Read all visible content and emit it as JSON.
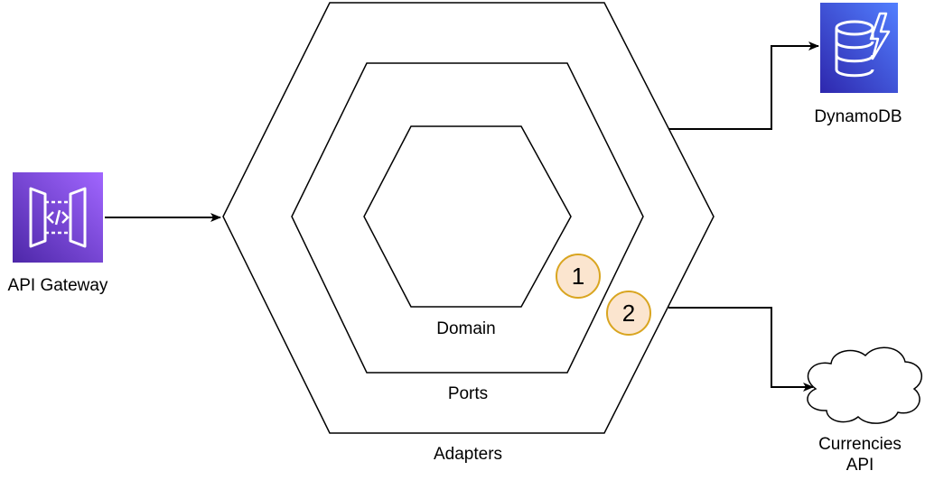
{
  "layers": {
    "domain_label": "Domain",
    "ports_label": "Ports",
    "adapters_label": "Adapters"
  },
  "badges": {
    "first": "1",
    "second": "2"
  },
  "services": {
    "api_gateway": {
      "label": "API Gateway",
      "icon": "api-gateway-icon",
      "color": "#7b3ff2"
    },
    "dynamodb": {
      "label": "DynamoDB",
      "icon": "dynamodb-icon",
      "color": "#4353ff"
    },
    "currencies_api": {
      "label_line1": "Currencies",
      "label_line2": "API",
      "icon": "cloud-icon"
    }
  },
  "colors": {
    "badge_fill": "#fbe5cf",
    "badge_border": "#d9a520",
    "stroke": "#000000"
  }
}
